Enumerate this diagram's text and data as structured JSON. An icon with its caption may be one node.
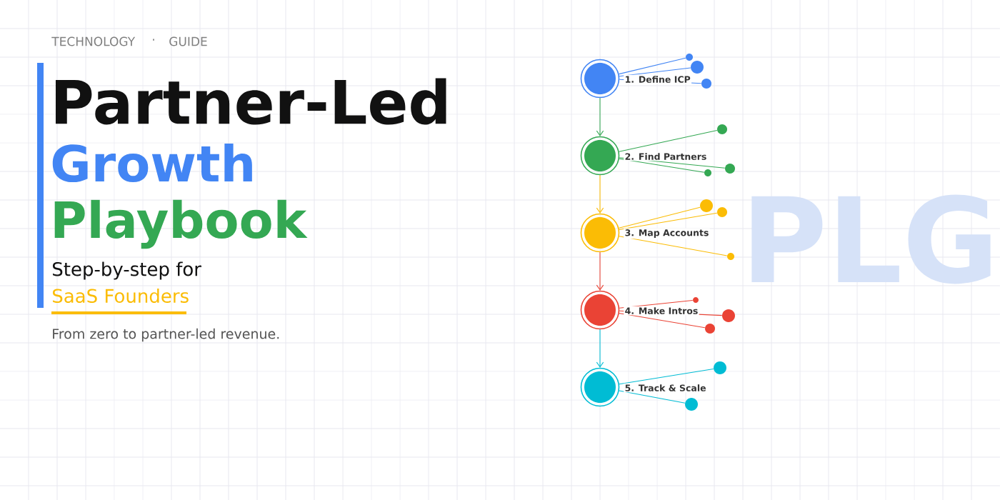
{
  "diagram": {
    "nodes": [
      {
        "text": [],
        "shape": "circle",
        "beside": [
          "1. Define ICP"
        ]
      },
      {
        "text": [],
        "shape": "circle"
      },
      {
        "text": [],
        "shape": "circle"
      },
      {
        "text": [],
        "shape": "circle"
      },
      {
        "text": [],
        "shape": "circle",
        "beside": [
          "2. Find Partners"
        ]
      },
      {
        "text": [],
        "shape": "circle"
      },
      {
        "text": [],
        "shape": "circle"
      },
      {
        "text": [],
        "shape": "circle"
      },
      {
        "text": [],
        "shape": "circle",
        "beside": [
          "3. Map Accounts"
        ]
      },
      {
        "text": [],
        "shape": "circle"
      },
      {
        "text": [],
        "shape": "circle"
      },
      {
        "text": [],
        "shape": "circle"
      },
      {
        "text": [],
        "shape": "circle",
        "beside": [
          "4. Make Intros"
        ]
      },
      {
        "text": [],
        "shape": "circle"
      },
      {
        "text": [],
        "shape": "circle"
      },
      {
        "text": [],
        "shape": "circle"
      },
      {
        "text": [],
        "shape": "circle",
        "beside": [
          "5. Track & Scale"
        ]
      },
      {
        "text": [],
        "shape": "circle"
      },
      {
        "text": [],
        "shape": "circle"
      }
    ],
    "edges": [
      {
        "from": 0,
        "to": 4,
        "arrow": "to",
        "color": "#34a853"
      },
      {
        "from": 4,
        "to": 8,
        "arrow": "to",
        "color": "#fbbc05"
      },
      {
        "from": 8,
        "to": 12,
        "arrow": "to",
        "color": "#ea4335"
      },
      {
        "from": 12,
        "to": 16,
        "arrow": "to",
        "color": "#00bcd4"
      },
      {
        "from": 0,
        "to": 1,
        "arrow": "none",
        "color": "#4285f4"
      },
      {
        "from": 0,
        "to": 2,
        "arrow": "none",
        "color": "#4285f4"
      },
      {
        "from": 0,
        "to": 3,
        "arrow": "none",
        "color": "#4285f4"
      },
      {
        "from": 4,
        "to": 5,
        "arrow": "none",
        "color": "#34a853"
      },
      {
        "from": 4,
        "to": 6,
        "arrow": "none",
        "color": "#34a853"
      },
      {
        "from": 4,
        "to": 7,
        "arrow": "none",
        "color": "#34a853"
      },
      {
        "from": 8,
        "to": 9,
        "arrow": "none",
        "color": "#fbbc05"
      },
      {
        "from": 8,
        "to": 10,
        "arrow": "none",
        "color": "#fbbc05"
      },
      {
        "from": 8,
        "to": 11,
        "arrow": "none",
        "color": "#fbbc05"
      },
      {
        "from": 12,
        "to": 13,
        "arrow": "none",
        "color": "#ea4335"
      },
      {
        "from": 12,
        "to": 14,
        "arrow": "none",
        "color": "#ea4335"
      },
      {
        "from": 12,
        "to": 15,
        "arrow": "none",
        "color": "#ea4335"
      },
      {
        "from": 16,
        "to": 17,
        "arrow": "none",
        "color": "#00bcd4"
      },
      {
        "from": 16,
        "to": 18,
        "arrow": "none",
        "color": "#00bcd4"
      }
    ],
    "labels": [
      "TECHNOLOGY",
      "·",
      "GUIDE",
      "Partner-Led",
      "Growth",
      "Playbook",
      "Step-by-step for",
      "SaaS Founders",
      "From zero to partner-led revenue.",
      "PLG"
    ]
  }
}
